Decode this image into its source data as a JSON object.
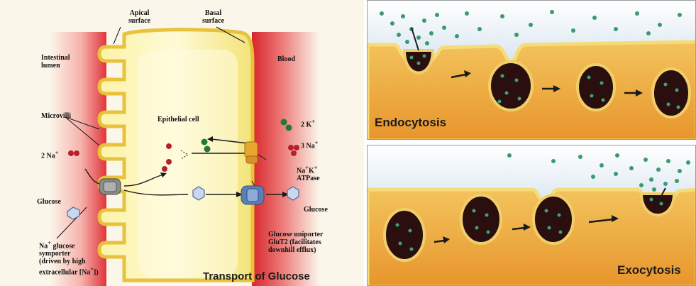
{
  "glucose_transport": {
    "caption": "Transport of Glucose",
    "labels": {
      "apical_surface_line1": "Apical",
      "apical_surface_line2": "surface",
      "basal_surface_line1": "Basal",
      "basal_surface_line2": "surface",
      "intestinal_lumen_line1": "Intestinal",
      "intestinal_lumen_line2": "lumen",
      "blood": "Blood",
      "microvilli": "Microvilli",
      "epithelial_cell": "Epithelial cell",
      "sodium_in": "2 Na",
      "sodium_in_sup": "+",
      "glucose_left": "Glucose",
      "potassium": "2 K",
      "potassium_sup": "+",
      "sodium_out": "3 Na",
      "sodium_out_sup": "+",
      "atpase_line1": "Na",
      "atpase_line1_sup1": "+",
      "atpase_line1_mid": "K",
      "atpase_line1_sup2": "+",
      "atpase_line2": "ATPase",
      "glucose_right": "Glucose",
      "symporter_line1": "Na",
      "symporter_line1_sup": "+",
      "symporter_line1_rest": " glucose",
      "symporter_line2": "symporter",
      "symporter_line3": "(driven by high",
      "symporter_line4": "extracellular [Na",
      "symporter_line4_sup": "+",
      "symporter_line4_end": "])",
      "uniporter_line1": "Glucose uniporter",
      "uniporter_line2": "GluT2 (facilitates",
      "uniporter_line3": "downhill efflux)"
    }
  },
  "endocytosis": {
    "title": "Endocytosis"
  },
  "exocytosis": {
    "title": "Exocytosis"
  },
  "colors": {
    "lumen_red": "#e23a3a",
    "cell_yellow": "#f4e77a",
    "membrane_yellow": "#f1d24a",
    "sodium_red": "#b5202b",
    "potassium_green": "#1f7a3a",
    "glucose_blue": "#c9d8ee",
    "transporter_blue": "#5a7fb7",
    "cytoplasm_orange": "#f2a83c",
    "sky_blue": "#a8c5de",
    "vesicle_dark": "#2b0e0e",
    "particle_green": "#3fa377"
  }
}
